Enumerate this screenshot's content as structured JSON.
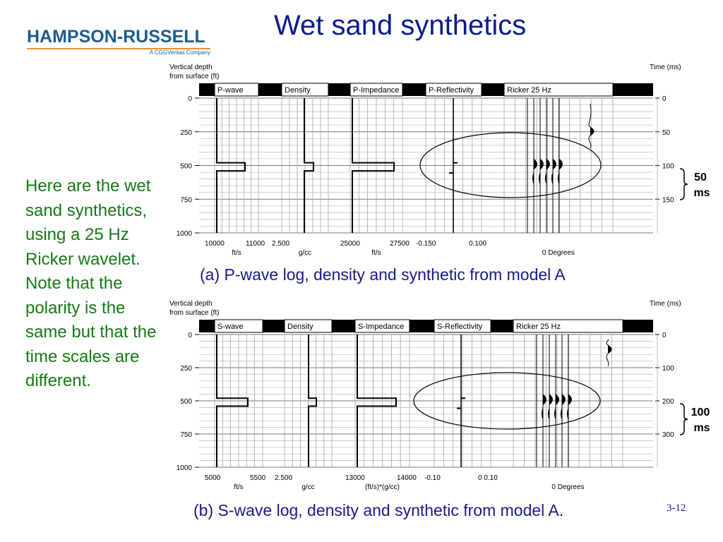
{
  "logo": {
    "main": "HAMPSON-RUSSELL",
    "sub": "A CGGVeritas Company"
  },
  "title": "Wet sand synthetics",
  "side_text": "Here are the wet sand synthetics, using a 25 Hz Ricker wavelet. Note that the polarity is the same but that the time scales are different.",
  "page_number": "3-12",
  "panels": [
    {
      "caption": "(a) P-wave log, density and synthetic from model A",
      "depth_label": [
        "Vertical depth",
        "from surface (ft)"
      ],
      "time_label": "Time (ms)",
      "depth_ticks": [
        "0",
        "250",
        "500",
        "750",
        "1000"
      ],
      "time_ticks": [
        "0",
        "50",
        "100",
        "150"
      ],
      "tracks": [
        {
          "header": "P-wave",
          "scale": [
            "10000",
            "11000"
          ],
          "unit": "ft/s"
        },
        {
          "header": "Density",
          "scale": [
            "2.500",
            ""
          ],
          "unit": "g/cc"
        },
        {
          "header": "P-Impedance",
          "scale": [
            "25000",
            "27500"
          ],
          "unit": "ft/s"
        },
        {
          "header": "P-Reflectivity",
          "scale": [
            "-0.150",
            "0.100"
          ],
          "unit": ""
        },
        {
          "header": "Ricker 25 Hz",
          "scale": [
            "",
            ""
          ],
          "unit": "0 Degrees"
        }
      ],
      "bracket_label": [
        "50",
        "ms"
      ]
    },
    {
      "caption": "(b) S-wave log, density and synthetic from model A.",
      "depth_label": [
        "Vertical depth",
        "from surface (ft)"
      ],
      "time_label": "Time (ms)",
      "depth_ticks": [
        "0",
        "250",
        "500",
        "750",
        "1000"
      ],
      "time_ticks": [
        "0",
        "100",
        "200",
        "300"
      ],
      "tracks": [
        {
          "header": "S-wave",
          "scale": [
            "5000",
            "5500"
          ],
          "unit": "ft/s"
        },
        {
          "header": "Density",
          "scale": [
            "2.500",
            ""
          ],
          "unit": "g/cc"
        },
        {
          "header": "S-Impedance",
          "scale": [
            "13000",
            "14000"
          ],
          "unit": "(ft/s)*(g/cc)"
        },
        {
          "header": "S-Reflectivity",
          "scale": [
            "-0.10",
            "0   0.10"
          ],
          "unit": ""
        },
        {
          "header": "Ricker 25 Hz",
          "scale": [
            "",
            ""
          ],
          "unit": "0 Degrees"
        }
      ],
      "bracket_label": [
        "100",
        "ms"
      ]
    }
  ]
}
